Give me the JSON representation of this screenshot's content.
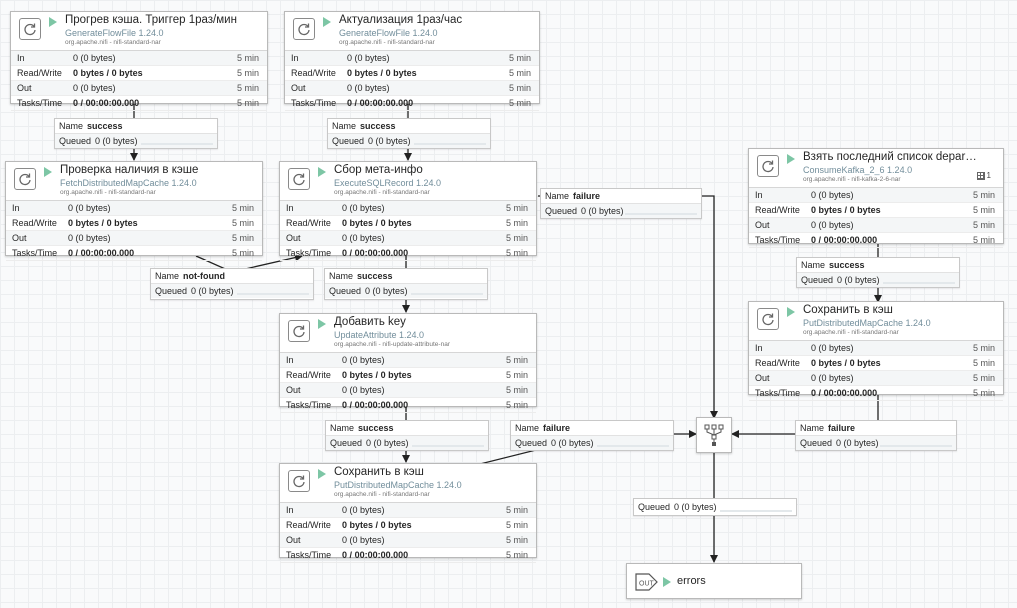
{
  "time_window": "5 min",
  "processors": [
    {
      "id": "p1",
      "name": "Прогрев кэша. Триггер 1раз/мин",
      "type": "GenerateFlowFile 1.24.0",
      "bundle": "org.apache.nifi - nifi-standard-nar",
      "in": "0 (0 bytes)",
      "rw_a": "0 bytes",
      "rw_b": "0 bytes",
      "out": "0 (0 bytes)",
      "tasks_a": "0",
      "tasks_b": "00:00:00.000",
      "badge": ""
    },
    {
      "id": "p2",
      "name": "Актуализация 1раз/час",
      "type": "GenerateFlowFile 1.24.0",
      "bundle": "org.apache.nifi - nifi-standard-nar",
      "in": "0 (0 bytes)",
      "rw_a": "0 bytes",
      "rw_b": "0 bytes",
      "out": "0 (0 bytes)",
      "tasks_a": "0",
      "tasks_b": "00:00:00.000",
      "badge": ""
    },
    {
      "id": "p3",
      "name": "Проверка наличия в кэше",
      "type": "FetchDistributedMapCache 1.24.0",
      "bundle": "org.apache.nifi - nifi-standard-nar",
      "in": "0 (0 bytes)",
      "rw_a": "0 bytes",
      "rw_b": "0 bytes",
      "out": "0 (0 bytes)",
      "tasks_a": "0",
      "tasks_b": "00:00:00.000",
      "badge": ""
    },
    {
      "id": "p4",
      "name": "Сбор мета-инфо",
      "type": "ExecuteSQLRecord 1.24.0",
      "bundle": "org.apache.nifi - nifi-standard-nar",
      "in": "0 (0 bytes)",
      "rw_a": "0 bytes",
      "rw_b": "0 bytes",
      "out": "0 (0 bytes)",
      "tasks_a": "0",
      "tasks_b": "00:00:00.000",
      "badge": ""
    },
    {
      "id": "p5",
      "name": "Взять последний список departme...",
      "type": "ConsumeKafka_2_6 1.24.0",
      "bundle": "org.apache.nifi - nifi-kafka-2-6-nar",
      "in": "0 (0 bytes)",
      "rw_a": "0 bytes",
      "rw_b": "0 bytes",
      "out": "0 (0 bytes)",
      "tasks_a": "0",
      "tasks_b": "00:00:00.000",
      "badge": "1"
    },
    {
      "id": "p6",
      "name": "Добавить key",
      "type": "UpdateAttribute 1.24.0",
      "bundle": "org.apache.nifi - nifi-update-attribute-nar",
      "in": "0 (0 bytes)",
      "rw_a": "0 bytes",
      "rw_b": "0 bytes",
      "out": "0 (0 bytes)",
      "tasks_a": "0",
      "tasks_b": "00:00:00.000",
      "badge": ""
    },
    {
      "id": "p7",
      "name": "Сохранить в кэш",
      "type": "PutDistributedMapCache 1.24.0",
      "bundle": "org.apache.nifi - nifi-standard-nar",
      "in": "0 (0 bytes)",
      "rw_a": "0 bytes",
      "rw_b": "0 bytes",
      "out": "0 (0 bytes)",
      "tasks_a": "0",
      "tasks_b": "00:00:00.000",
      "badge": ""
    },
    {
      "id": "p8",
      "name": "Сохранить в кэш",
      "type": "PutDistributedMapCache 1.24.0",
      "bundle": "org.apache.nifi - nifi-standard-nar",
      "in": "0 (0 bytes)",
      "rw_a": "0 bytes",
      "rw_b": "0 bytes",
      "out": "0 (0 bytes)",
      "tasks_a": "0",
      "tasks_b": "00:00:00.000",
      "badge": ""
    }
  ],
  "row_labels": {
    "in": "In",
    "rw": "Read/Write",
    "out": "Out",
    "tasks": "Tasks/Time",
    "sep": "/"
  },
  "connections": [
    {
      "id": "c1",
      "name_label": "Name",
      "name": "success",
      "queued_label": "Queued",
      "queued": "0 (0 bytes)"
    },
    {
      "id": "c2",
      "name_label": "Name",
      "name": "success",
      "queued_label": "Queued",
      "queued": "0 (0 bytes)"
    },
    {
      "id": "c3",
      "name_label": "Name",
      "name": "failure",
      "queued_label": "Queued",
      "queued": "0 (0 bytes)"
    },
    {
      "id": "c4",
      "name_label": "Name",
      "name": "not-found",
      "queued_label": "Queued",
      "queued": "0 (0 bytes)"
    },
    {
      "id": "c5",
      "name_label": "Name",
      "name": "success",
      "queued_label": "Queued",
      "queued": "0 (0 bytes)"
    },
    {
      "id": "c6",
      "name_label": "Name",
      "name": "success",
      "queued_label": "Queued",
      "queued": "0 (0 bytes)"
    },
    {
      "id": "c7",
      "name_label": "Name",
      "name": "success",
      "queued_label": "Queued",
      "queued": "0 (0 bytes)"
    },
    {
      "id": "c8",
      "name_label": "Name",
      "name": "failure",
      "queued_label": "Queued",
      "queued": "0 (0 bytes)"
    },
    {
      "id": "c9",
      "name_label": "Name",
      "name": "failure",
      "queued_label": "Queued",
      "queued": "0 (0 bytes)"
    },
    {
      "id": "c10",
      "name_label": "",
      "name": "",
      "queued_label": "Queued",
      "queued": "0 (0 bytes)"
    }
  ],
  "output_port": {
    "name": "errors"
  },
  "colors": {
    "running": "#7dc6a5",
    "type_text": "#728e9b",
    "border": "#b9b9b9",
    "line": "#222222"
  }
}
